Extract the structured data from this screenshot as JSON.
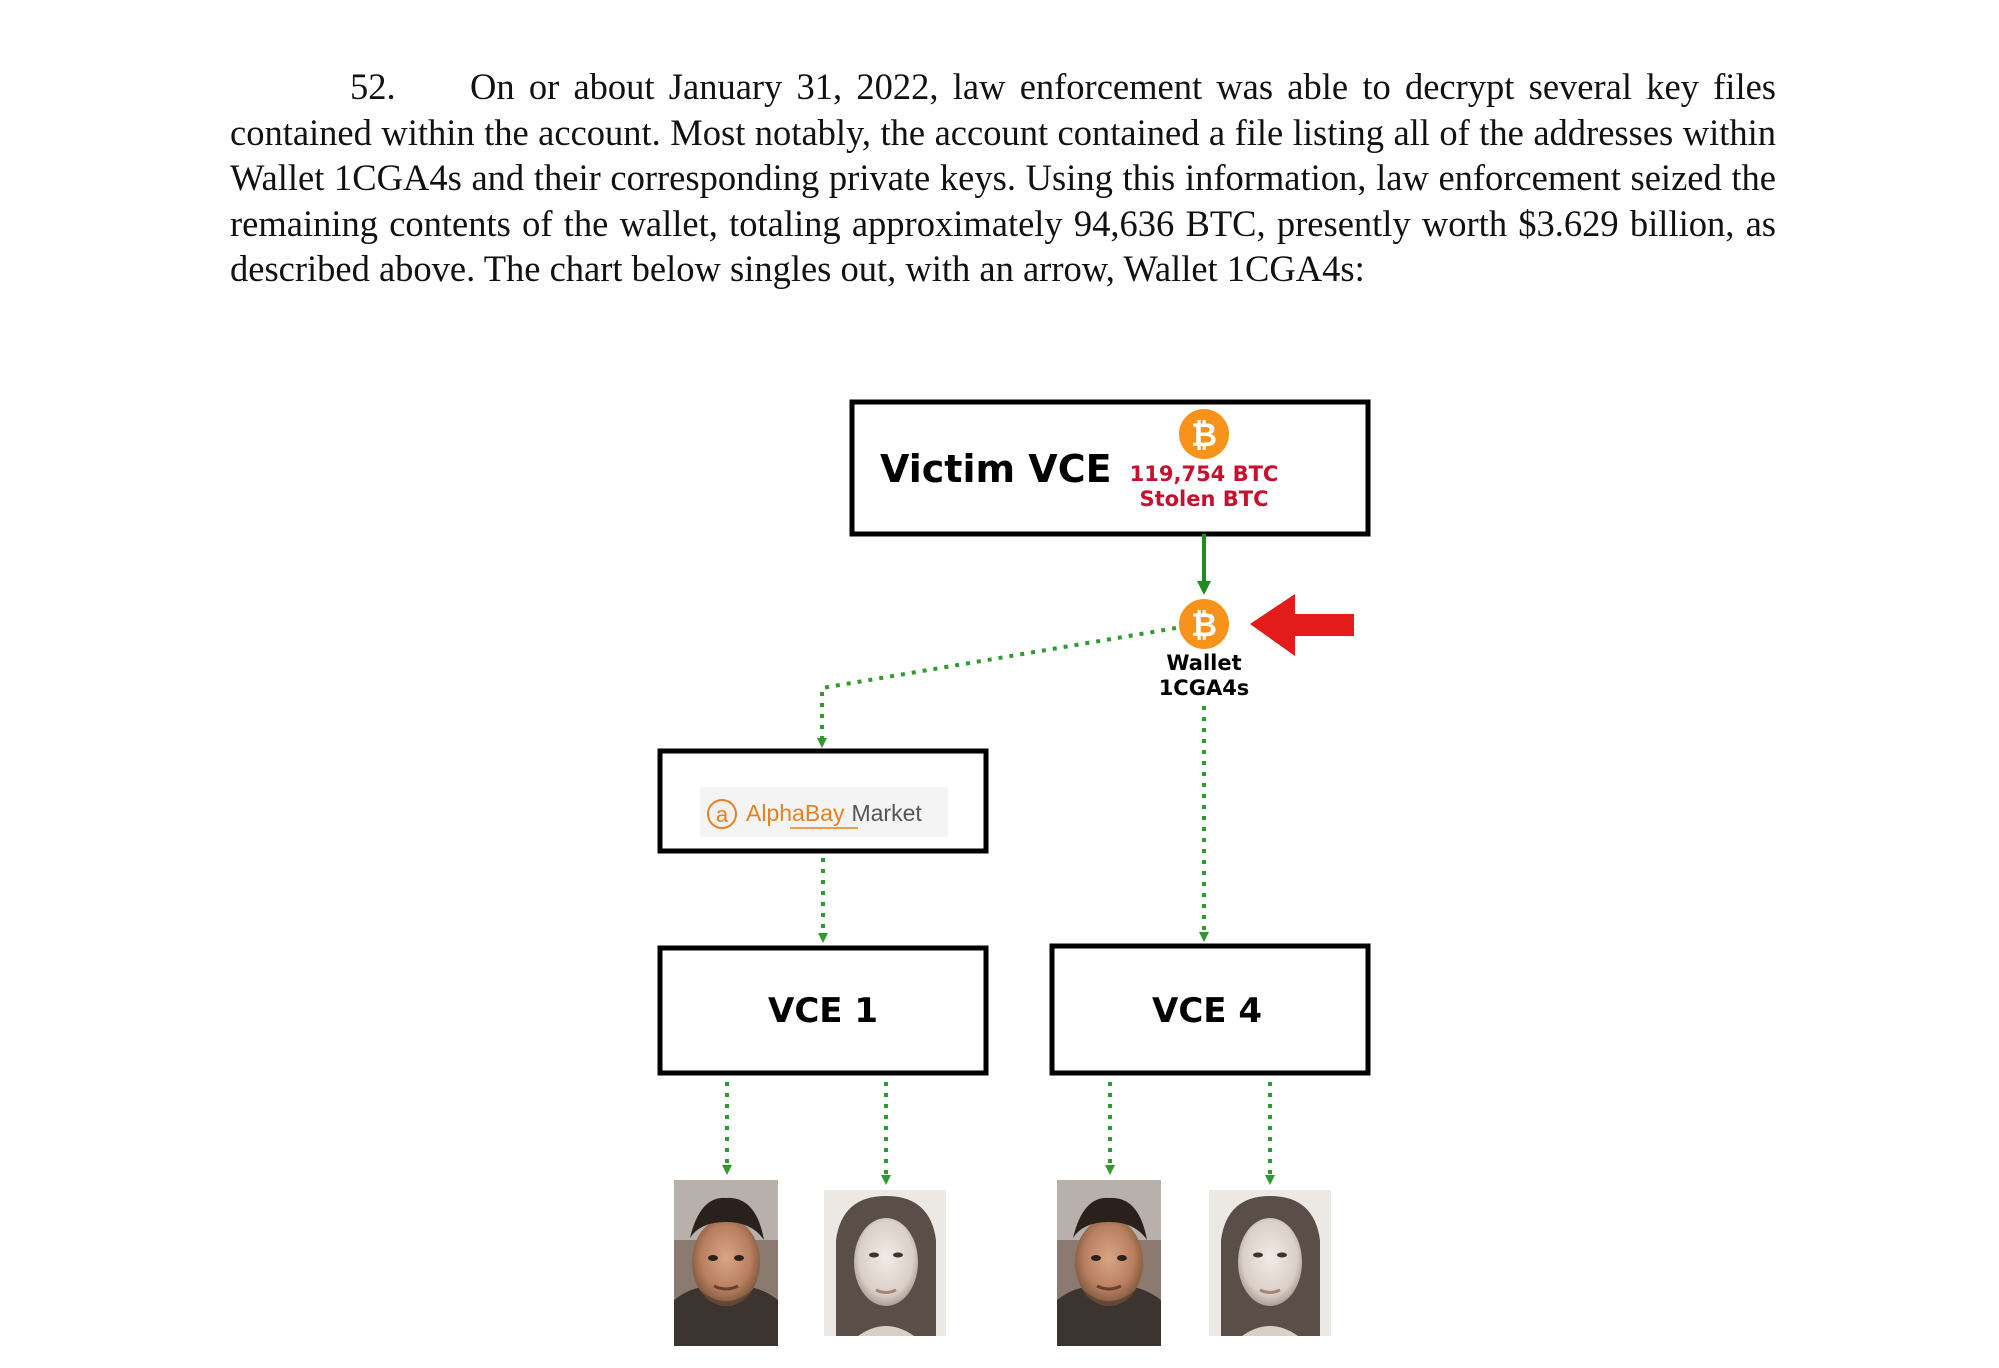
{
  "document": {
    "paragraph_number": "52.",
    "paragraph_text": "On or about January 31, 2022, law enforcement was able to decrypt several key files contained within the account. Most notably, the account contained a file listing all of the addresses within Wallet 1CGA4s and their corresponding private keys. Using this information, law enforcement seized the remaining contents of the wallet, totaling approximately 94,636 BTC, presently worth $3.629 billion, as described above. The chart below singles out, with an arrow, Wallet 1CGA4s:"
  },
  "diagram": {
    "victim_box": {
      "label": "Victim VCE",
      "amount": "119,754 BTC",
      "amount_caption": "Stolen BTC"
    },
    "wallet": {
      "label_line1": "Wallet",
      "label_line2": "1CGA4s"
    },
    "alphabay": {
      "badge": "a",
      "name": "AlphaBay",
      "suffix": "Market"
    },
    "vce1": {
      "label": "VCE 1"
    },
    "vce4": {
      "label": "VCE 4"
    },
    "bitcoin_symbol": "₿",
    "colors": {
      "bitcoin_orange": "#F7931A",
      "stolen_red": "#C8102E",
      "solid_arrow_green": "#1E8C1E",
      "dotted_arrow_green": "#2E9B2E",
      "pointer_red": "#E31B1B",
      "alphabay_orange": "#E8801E",
      "alphabay_gray": "#555555"
    }
  }
}
